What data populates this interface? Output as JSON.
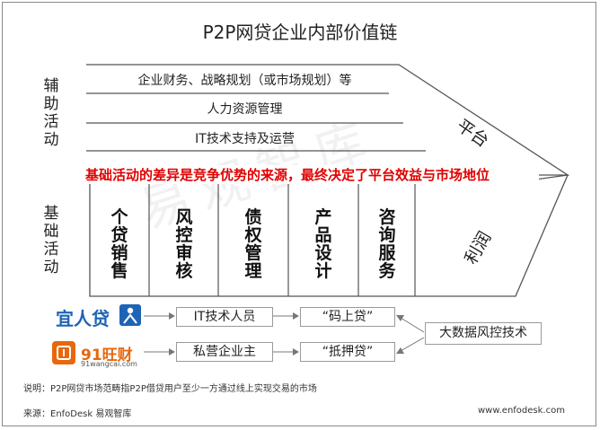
{
  "title": "P2P网贷企业内部价值链",
  "labels": {
    "support": [
      "辅",
      "助",
      "活",
      "动"
    ],
    "primary": [
      "基",
      "础",
      "活",
      "动"
    ]
  },
  "support_activities": [
    "企业财务、战略规划（或市场规划）等",
    "人力资源管理",
    "IT技术支持及运营"
  ],
  "highlight": "基础活动的差异是竞争优势的来源，最终决定了平台效益与市场地位",
  "primary_activities": [
    [
      "个",
      "贷",
      "销",
      "售"
    ],
    [
      "风",
      "控",
      "审",
      "核"
    ],
    [
      "债",
      "权",
      "管",
      "理"
    ],
    [
      "产",
      "品",
      "设",
      "计"
    ],
    [
      "咨",
      "询",
      "服",
      "务"
    ]
  ],
  "arrow_labels": {
    "platform": "平台",
    "profit": "利润"
  },
  "companies": [
    {
      "logo_text": "宜人贷",
      "logo_sub": "",
      "user": "IT技术人员",
      "product": "“码上贷”"
    },
    {
      "logo_text": "91旺财",
      "logo_sub": "91wangcai.com",
      "user": "私营企业主",
      "product": "“抵押贷”"
    }
  ],
  "technology": "大数据风控技术",
  "footnotes": {
    "note": "说明：P2P网贷市场范畴指P2P借贷用户至少一方通过线上实现交易的市场",
    "source": "来源：EnfoDesk 易观智库",
    "website": "www.enfodesk.com"
  },
  "watermark": "易观智库",
  "colors": {
    "highlight": "#e00000",
    "logo_blue": "#1e64b4",
    "logo_orange": "#e8670c",
    "line": "#555555"
  }
}
